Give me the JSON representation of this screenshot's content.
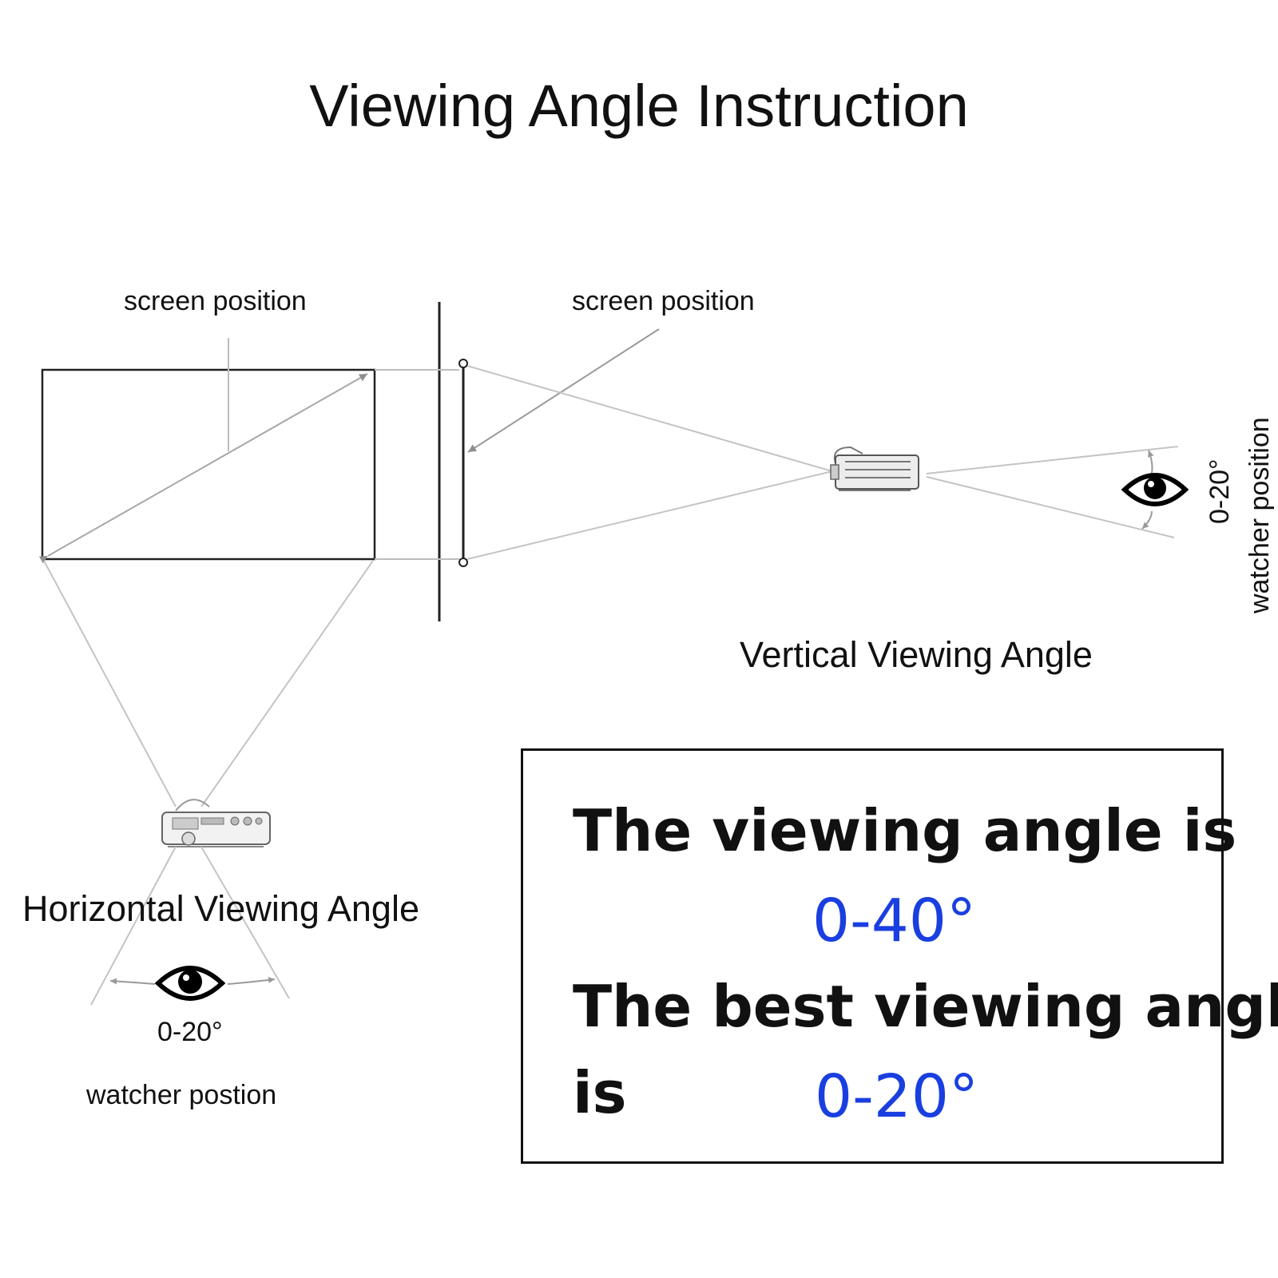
{
  "title": "Viewing Angle Instruction",
  "horizontal": {
    "screen_label": "screen position",
    "caption": "Horizontal Viewing Angle",
    "angle": "0-20°",
    "watcher_label": "watcher postion"
  },
  "vertical": {
    "screen_label": "screen position",
    "caption": "Vertical Viewing Angle",
    "angle": "0-20°",
    "watcher_label": "watcher position"
  },
  "info": {
    "line1": "The viewing angle is",
    "value1": "0-40°",
    "line2": "The best viewing angle",
    "line3": "is",
    "value2": "0-20°"
  },
  "colors": {
    "text": "#111111",
    "accent_blue": "#1a3fe0",
    "guide_gray": "#b0b0b0"
  },
  "icons": [
    "eye-icon",
    "projector-icon",
    "arrow-icon"
  ]
}
